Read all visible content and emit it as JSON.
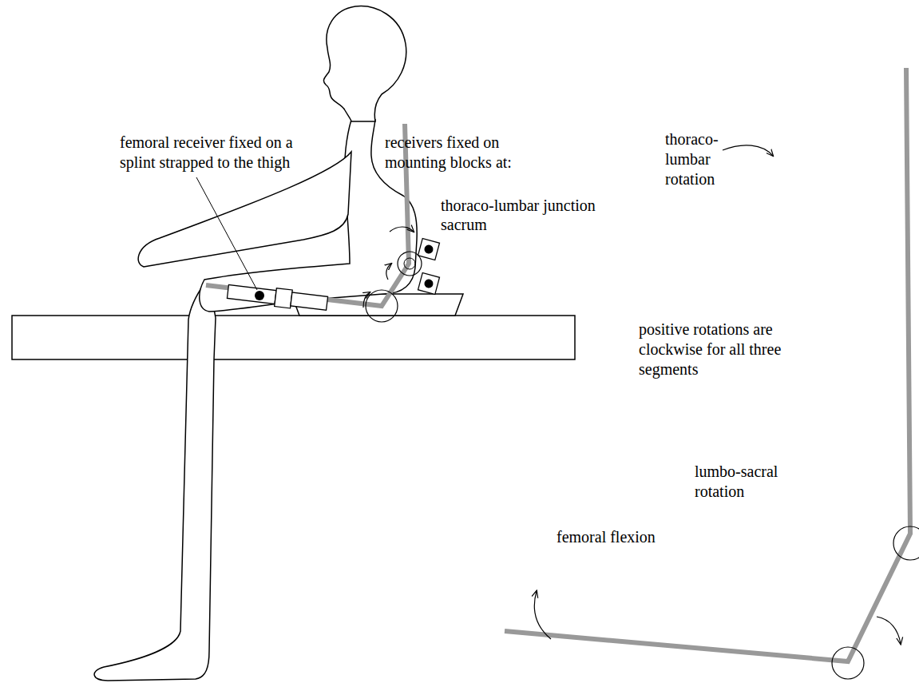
{
  "diagram": {
    "labels": [
      "femoral receiver fixed on a splint strapped to the thigh",
      "receivers fixed on mounting blocks at:",
      "thoraco-lumbar junction",
      "sacrum",
      "thoraco- lumbar rotation",
      "positive rotations are clockwise for all three segments",
      "lumbo-sacral rotation",
      "femoral flexion"
    ]
  }
}
